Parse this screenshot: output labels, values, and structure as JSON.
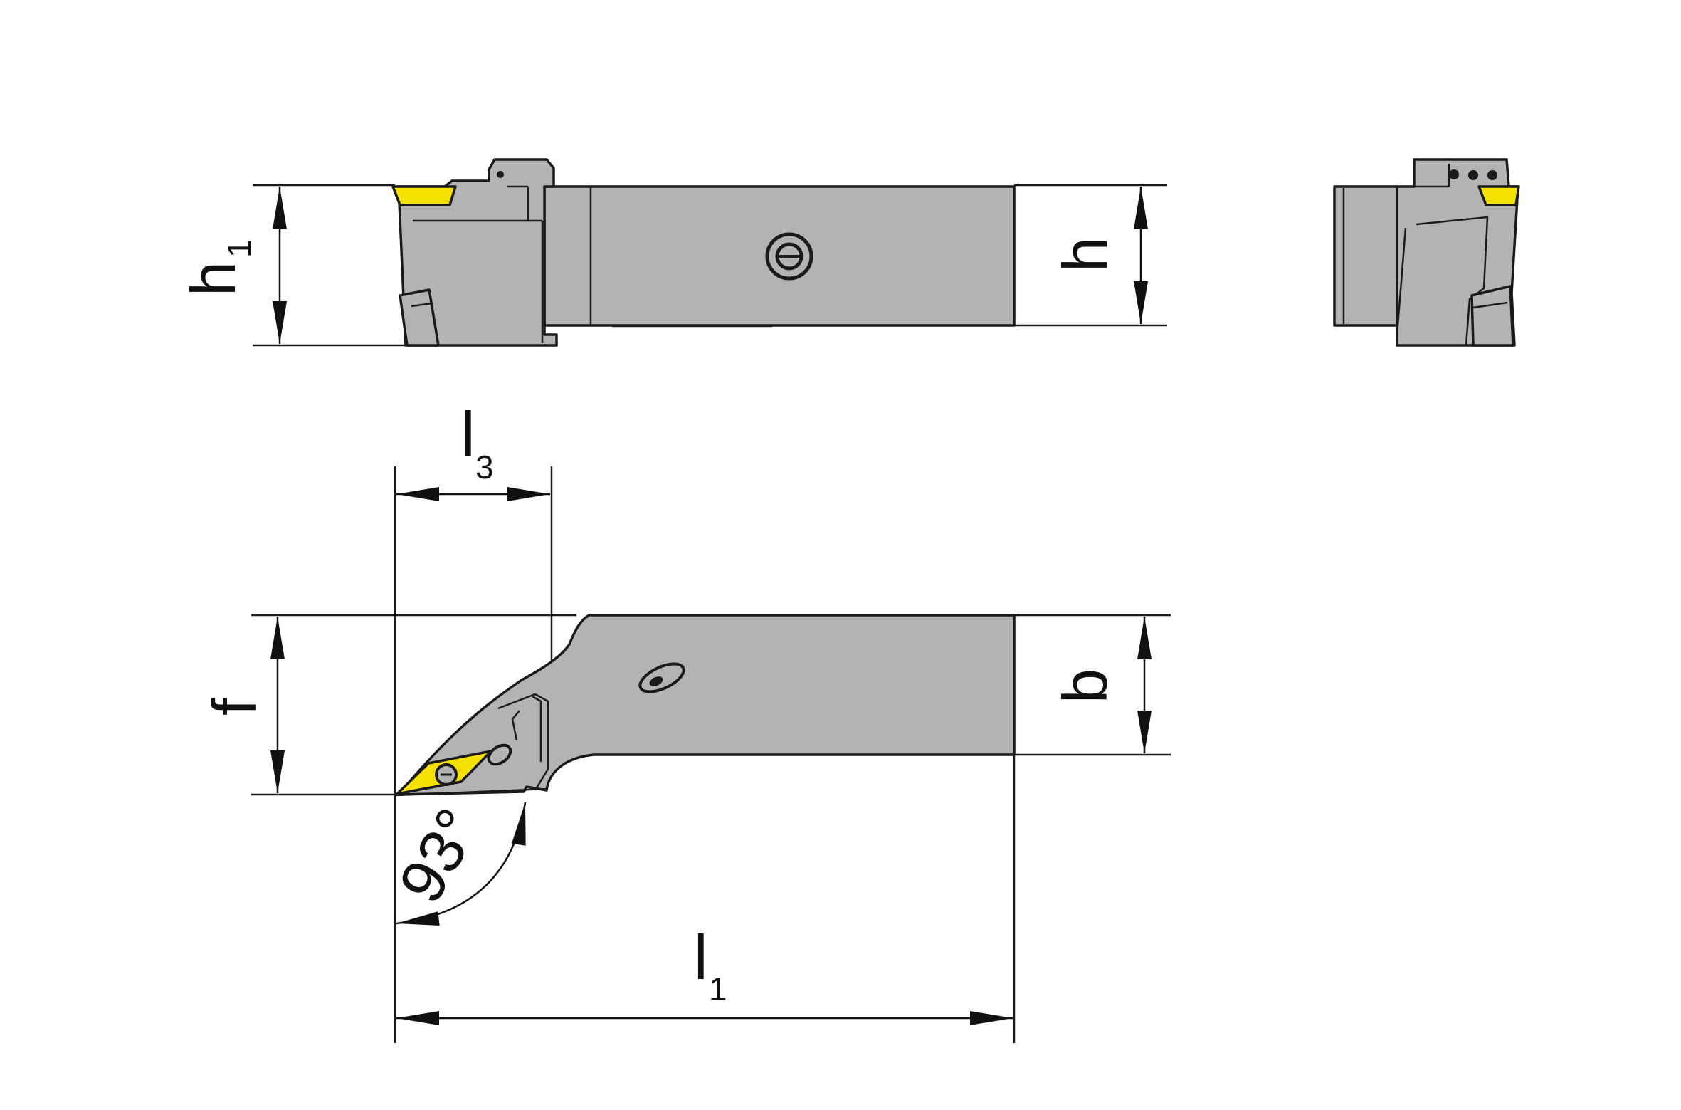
{
  "colors": {
    "body": "#b3b3b3",
    "insert": "#f5e100",
    "line": "#1a1a1a",
    "background": "#ffffff"
  },
  "labels": {
    "h1_main": "h",
    "h1_sub": "1",
    "h": "h",
    "l3_main": "l",
    "l3_sub": "3",
    "f": "f",
    "b": "b",
    "angle": "93°",
    "l1_main": "l",
    "l1_sub": "1"
  }
}
